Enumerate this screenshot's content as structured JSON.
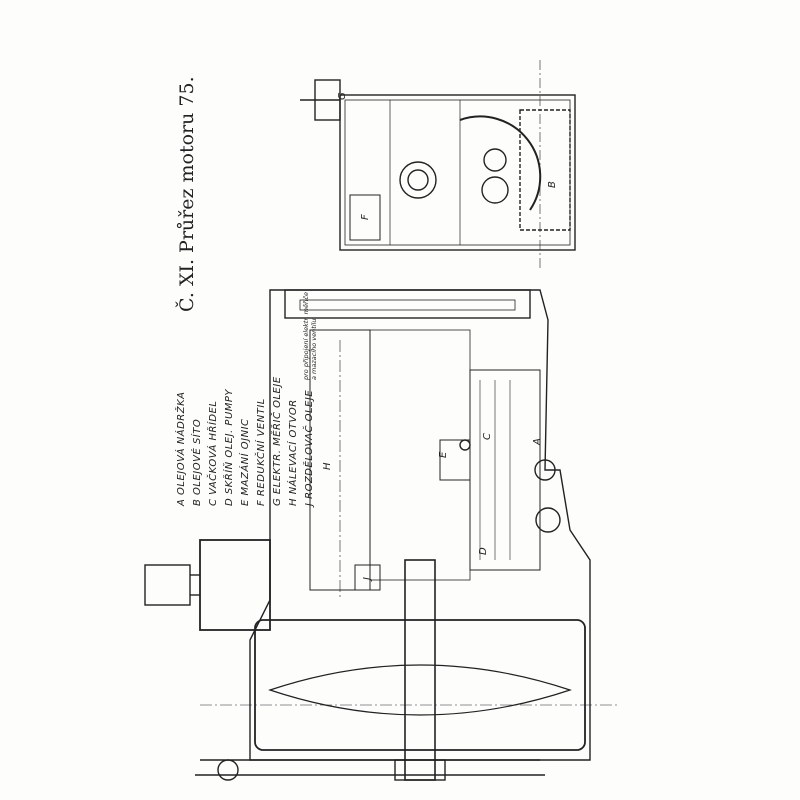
{
  "title": "Č. XI. Průřez motoru 75.",
  "legend": [
    "A OLEJOVÁ NÁDRŽKA",
    "B OLEJOVÉ SÍTO",
    "C VAČKOVÁ HŘÍDEL",
    "D SKŘÍŇ OLEJ. PUMPY",
    "E MAZÁNÍ OJNIC",
    "F REDUKČNÍ VENTIL",
    "G ELEKTR. MĚŘIČ OLEJE",
    "H NÁLEVACÍ OTVOR",
    "J ROZDĚLOVAČ OLEJE"
  ],
  "legend_note": [
    "pro připojení elektr. měřiče",
    "a mazacího ventilu"
  ],
  "labels": {
    "A": "A",
    "B": "B",
    "C": "C",
    "D": "D",
    "E": "E",
    "F": "F",
    "G": "G",
    "H": "H",
    "J": "J"
  }
}
